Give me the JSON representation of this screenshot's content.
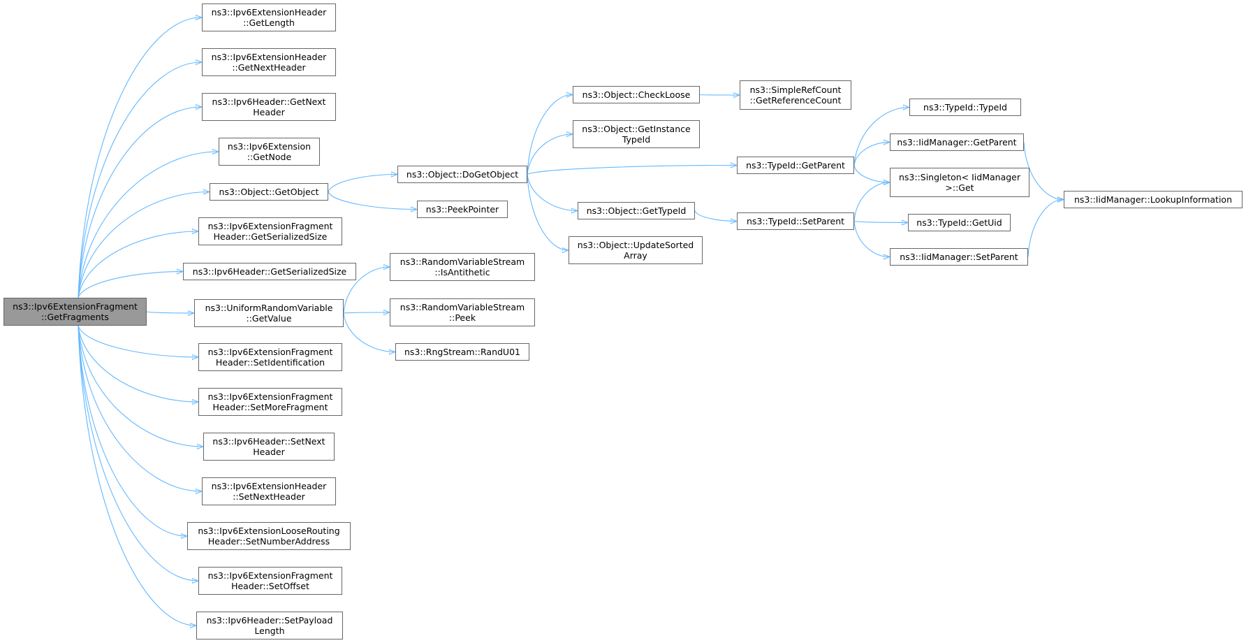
{
  "colors": {
    "edge": "#63b8ff",
    "border": "#666666",
    "root_fill": "#999999",
    "node_fill": "#ffffff"
  },
  "nodes": {
    "root": [
      "ns3::Ipv6ExtensionFragment",
      "::GetFragments"
    ],
    "a1": [
      "ns3::Ipv6ExtensionHeader",
      "::GetLength"
    ],
    "a2": [
      "ns3::Ipv6ExtensionHeader",
      "::GetNextHeader"
    ],
    "a3": [
      "ns3::Ipv6Header::GetNext",
      "Header"
    ],
    "a4": [
      "ns3::Ipv6Extension",
      "::GetNode"
    ],
    "a5": [
      "ns3::Object::GetObject"
    ],
    "a6": [
      "ns3::Ipv6ExtensionFragment",
      "Header::GetSerializedSize"
    ],
    "a7": [
      "ns3::Ipv6Header::GetSerializedSize"
    ],
    "a8": [
      "ns3::UniformRandomVariable",
      "::GetValue"
    ],
    "a9": [
      "ns3::Ipv6ExtensionFragment",
      "Header::SetIdentification"
    ],
    "a10": [
      "ns3::Ipv6ExtensionFragment",
      "Header::SetMoreFragment"
    ],
    "a11": [
      "ns3::Ipv6Header::SetNext",
      "Header"
    ],
    "a12": [
      "ns3::Ipv6ExtensionHeader",
      "::SetNextHeader"
    ],
    "a13": [
      "ns3::Ipv6ExtensionLooseRouting",
      "Header::SetNumberAddress"
    ],
    "a14": [
      "ns3::Ipv6ExtensionFragment",
      "Header::SetOffset"
    ],
    "a15": [
      "ns3::Ipv6Header::SetPayload",
      "Length"
    ],
    "b1": [
      "ns3::Object::DoGetObject"
    ],
    "b2": [
      "ns3::PeekPointer"
    ],
    "b3": [
      "ns3::RandomVariableStream",
      "::IsAntithetic"
    ],
    "b4": [
      "ns3::RandomVariableStream",
      "::Peek"
    ],
    "b5": [
      "ns3::RngStream::RandU01"
    ],
    "c1": [
      "ns3::Object::CheckLoose"
    ],
    "c2": [
      "ns3::Object::GetInstance",
      "TypeId"
    ],
    "c3": [
      "ns3::Object::GetTypeId"
    ],
    "c4": [
      "ns3::Object::UpdateSorted",
      "Array"
    ],
    "d1": [
      "ns3::SimpleRefCount",
      "::GetReferenceCount"
    ],
    "d2": [
      "ns3::TypeId::GetParent"
    ],
    "d3": [
      "ns3::TypeId::SetParent"
    ],
    "e1": [
      "ns3::TypeId::TypeId"
    ],
    "e2": [
      "ns3::IidManager::GetParent"
    ],
    "e3": [
      "ns3::Singleton< IidManager",
      ">::Get"
    ],
    "e4": [
      "ns3::TypeId::GetUid"
    ],
    "e5": [
      "ns3::IidManager::SetParent"
    ],
    "f1": [
      "ns3::IidManager::LookupInformation"
    ]
  },
  "edges": [
    [
      "root",
      "a1"
    ],
    [
      "root",
      "a2"
    ],
    [
      "root",
      "a3"
    ],
    [
      "root",
      "a4"
    ],
    [
      "root",
      "a5"
    ],
    [
      "root",
      "a6"
    ],
    [
      "root",
      "a7"
    ],
    [
      "root",
      "a8"
    ],
    [
      "root",
      "a9"
    ],
    [
      "root",
      "a10"
    ],
    [
      "root",
      "a11"
    ],
    [
      "root",
      "a12"
    ],
    [
      "root",
      "a13"
    ],
    [
      "root",
      "a14"
    ],
    [
      "root",
      "a15"
    ],
    [
      "a5",
      "b1"
    ],
    [
      "a5",
      "b2"
    ],
    [
      "a8",
      "b3"
    ],
    [
      "a8",
      "b4"
    ],
    [
      "a8",
      "b5"
    ],
    [
      "b1",
      "c1"
    ],
    [
      "b1",
      "c2"
    ],
    [
      "b1",
      "d2"
    ],
    [
      "b1",
      "c3"
    ],
    [
      "b1",
      "c4"
    ],
    [
      "c1",
      "d1"
    ],
    [
      "c3",
      "d3"
    ],
    [
      "d2",
      "e1"
    ],
    [
      "d2",
      "e2"
    ],
    [
      "d2",
      "e3"
    ],
    [
      "d3",
      "e3"
    ],
    [
      "d3",
      "e4"
    ],
    [
      "d3",
      "e5"
    ],
    [
      "e2",
      "f1"
    ],
    [
      "e5",
      "f1"
    ]
  ]
}
